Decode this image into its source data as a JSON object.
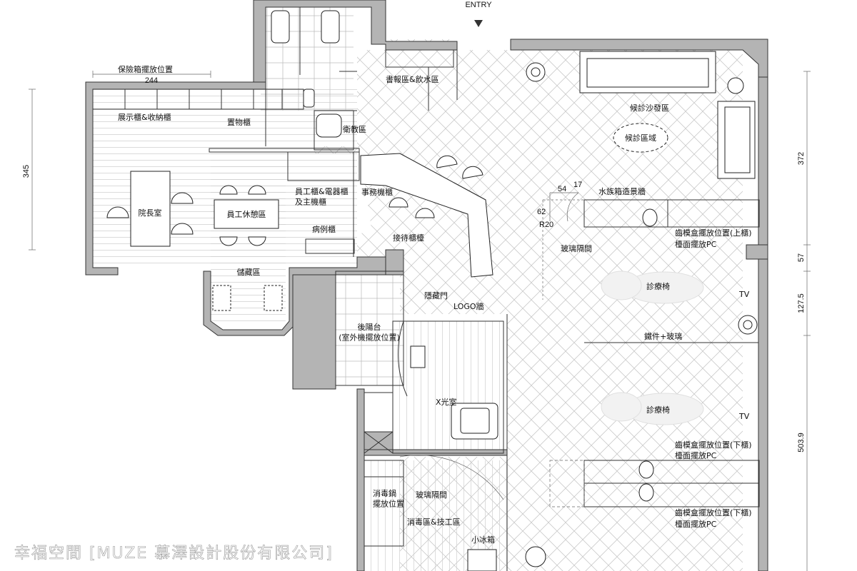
{
  "plan": {
    "entry": "ENTRY",
    "dimensions": {
      "left": "345",
      "top": "244",
      "right_1": "372",
      "right_2": "57",
      "right_3": "127.5",
      "right_4": "503.9",
      "angle_1": "54",
      "angle_2": "17",
      "angle_3": "62",
      "radius": "R20"
    },
    "labels": {
      "safe_position": "保險箱擺放位置",
      "display_cabinet": "展示櫃&收納櫃",
      "storage_cabinet": "置物櫃",
      "directors_office": "院長室",
      "staff_lounge": "員工休憩區",
      "storage_room": "儲藏區",
      "staff_cabinet": "員工櫃&電器櫃\n及主機櫃",
      "records_cabinet": "病例櫃",
      "office_machine": "事務機櫃",
      "reception_counter": "接待櫃檯",
      "reading_water": "書報區&飲水區",
      "hygiene": "衛教區",
      "waiting_sofa": "候診沙發區",
      "waiting_area": "候診區域",
      "aquarium_wall": "水族箱造景牆",
      "mold_upper": "齒模盒擺放位置(上櫃)",
      "pc_surface_1": "檯面擺放PC",
      "glass_partition_1": "玻璃隔間",
      "dental_chair_1": "診療椅",
      "tv_1": "TV",
      "iron_glass": "鐵件+玻璃",
      "dental_chair_2": "診療椅",
      "tv_2": "TV",
      "mold_lower_1": "齒模盒擺放位置(下櫃)",
      "pc_surface_2": "檯面擺放PC",
      "mold_lower_2": "齒模盒擺放位置(下櫃)",
      "pc_surface_3": "檯面擺放PC",
      "hidden_door": "隱藏門",
      "logo_wall": "LOGO牆",
      "back_balcony": "後陽台\n(室外機擺放位置)",
      "xray_room": "X光室",
      "sterilizer_pos": "消毒鍋\n擺放位置",
      "glass_partition_2": "玻璃隔間",
      "sterile_tech": "消毒區&技工區",
      "small_fridge": "小冰箱"
    },
    "watermark": "幸福空間 [MUZE 慕澤設計股份有限公司]"
  }
}
